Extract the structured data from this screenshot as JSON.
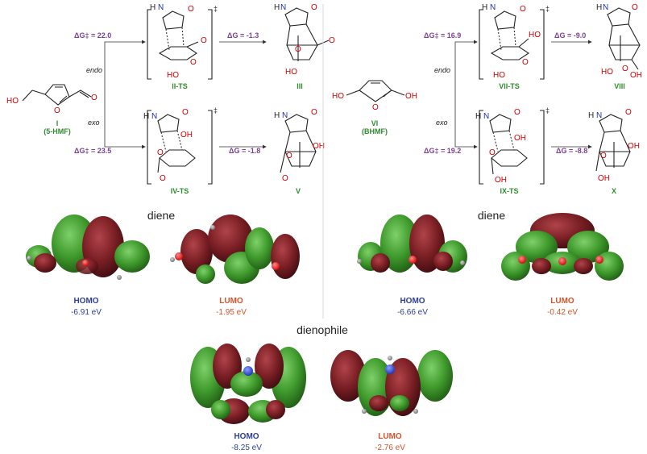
{
  "left_scheme": {
    "start_label": "I",
    "start_name": "(5-HMF)",
    "endo_label": "endo",
    "exo_label": "exo",
    "endo_barrier": "ΔG‡ = 22.0",
    "exo_barrier": "ΔG‡ = 23.5",
    "endo_ts_label": "II-TS",
    "exo_ts_label": "IV-TS",
    "endo_product_label": "III",
    "exo_product_label": "V",
    "endo_dg": "ΔG = -1.3",
    "exo_dg": "ΔG = -1.8"
  },
  "right_scheme": {
    "start_label": "VI",
    "start_name": "(BHMF)",
    "endo_label": "endo",
    "exo_label": "exo",
    "endo_barrier": "ΔG‡ = 16.9",
    "exo_barrier": "ΔG‡ = 19.2",
    "endo_ts_label": "VII-TS",
    "exo_ts_label": "IX-TS",
    "endo_product_label": "VIII",
    "exo_product_label": "X",
    "endo_dg": "ΔG = -9.0",
    "exo_dg": "ΔG = -8.8"
  },
  "ts_mark": "‡",
  "atoms": {
    "N": "N",
    "O": "O",
    "H": "H",
    "OH": "OH",
    "HO": "HO"
  },
  "orbitals": {
    "diene_heading_left": "diene",
    "diene_heading_right": "diene",
    "dienophile_heading": "dienophile",
    "panels": [
      {
        "kind": "HOMO",
        "energy": "-6.91 eV"
      },
      {
        "kind": "LUMO",
        "energy": "-1.95 eV"
      },
      {
        "kind": "HOMO",
        "energy": "-6.66 eV"
      },
      {
        "kind": "LUMO",
        "energy": "-0.42 eV"
      },
      {
        "kind": "HOMO",
        "energy": "-8.25 eV"
      },
      {
        "kind": "LUMO",
        "energy": "-2.76 eV"
      }
    ]
  },
  "colors": {
    "green_lobe": "#3f9a2c",
    "red_lobe": "#7a1f24",
    "homo": "#2c3e9a",
    "lumo": "#d3532a",
    "compound_label": "#2e8b2e",
    "barrier": "#7a3f93"
  }
}
